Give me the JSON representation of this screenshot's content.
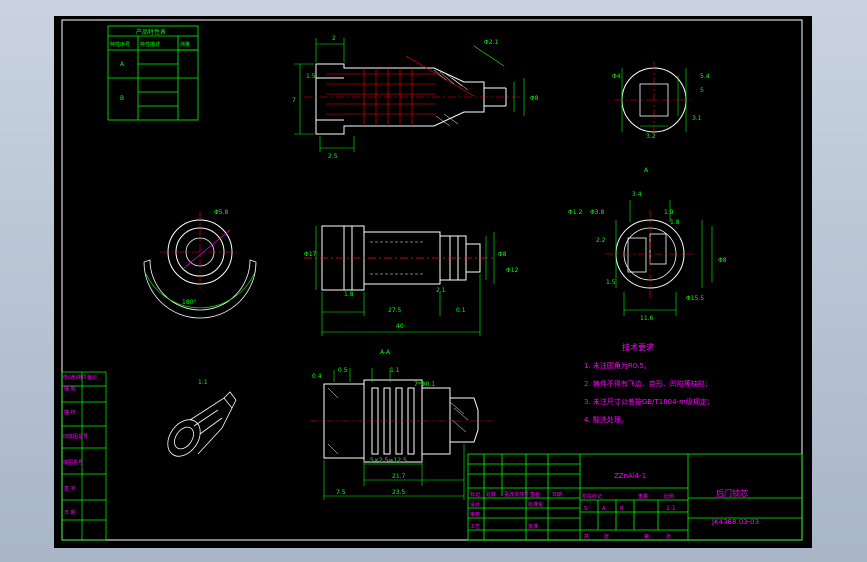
{
  "colors": {
    "background": "#a9b6c8",
    "paper": "#000000",
    "frame": "#ffffff",
    "outline": "#ffffff",
    "dimension": "#00ff00",
    "centerline": "#ff0000",
    "notes": "#ff00ff",
    "table": "#00ff00",
    "hidden": "#ffff00"
  },
  "parameter_table": {
    "title": "产品特性表",
    "headers": [
      "特性序号",
      "特性描述",
      "测量"
    ],
    "rows": [
      "A",
      "B"
    ]
  },
  "dims": {
    "top_left": [
      "2",
      "Φ2.1",
      "Φ8",
      "1.5",
      "7",
      "2.5"
    ],
    "top_right_circle": [
      "Φ4",
      "5.4",
      "3.2",
      "3.1",
      "5"
    ],
    "side_view": [
      "Φ17",
      "Φ8",
      "Φ12",
      "1.8",
      "27.5",
      "2.1",
      "0.1",
      "40"
    ],
    "round_view": [
      "Φ5.8",
      "180°"
    ],
    "end_view": [
      "Φ1.2",
      "Φ3.8",
      "3.4",
      "1.9",
      "1.8",
      "2.2",
      "Φ15.5",
      "Φ8",
      "11.6",
      "1.5"
    ],
    "section": [
      "A-A",
      "0.4",
      "0.5",
      "1.1",
      "7*Φ0.1",
      "5×2.5=12.5",
      "21.7",
      "7.5",
      "23.5"
    ],
    "section_mark": "A",
    "scale": "1:1"
  },
  "notes": {
    "title": "技术要求",
    "items": [
      "1. 未注圆角为R0.5。",
      "2. 铸件不得有飞边、变形、凹陷等缺陷；",
      "3. 未注尺寸公差按GB/T1804-m级规定；",
      "4. 酸洗处理。"
    ]
  },
  "left_strip": [
    "借(通)用件登记",
    "描 图",
    "描 校",
    "旧底图总号",
    "底图总号",
    "签 字",
    "日 期"
  ],
  "title_block": {
    "material": "ZZnAl4-1",
    "part_name": "后门锁芯",
    "drawing_no": "JK4368.03-03",
    "labels": [
      "标记",
      "处数",
      "更改文件号",
      "签名",
      "日期",
      "设计",
      "标准化",
      "审核",
      "工艺",
      "批准",
      "阶段标记",
      "重量",
      "比例",
      "共",
      "张",
      "第",
      "张"
    ],
    "stage_marks": [
      "S",
      "A",
      "B"
    ],
    "scale_value": "1:1"
  }
}
